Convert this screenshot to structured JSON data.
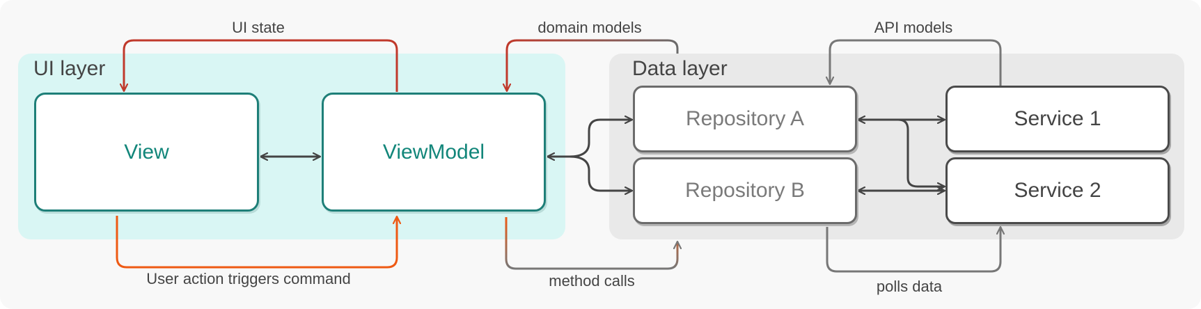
{
  "layers": {
    "ui": {
      "title": "UI layer"
    },
    "data": {
      "title": "Data layer"
    }
  },
  "boxes": {
    "view": "View",
    "viewmodel": "ViewModel",
    "repository_a": "Repository A",
    "repository_b": "Repository B",
    "service_1": "Service  1",
    "service_2": "Service 2"
  },
  "labels": {
    "ui_state": "UI state",
    "domain_models": "domain models",
    "api_models": "API models",
    "user_action": "User action triggers command",
    "method_calls": "method calls",
    "polls_data": "polls data"
  },
  "colors": {
    "ui_layer_bg": "#d9f6f4",
    "data_layer_bg": "#e9e9e9",
    "teal": "#12867a",
    "red": "#c0392b",
    "orange": "#ee5a14",
    "grey": "#6b6b6b",
    "dark": "#444444"
  }
}
